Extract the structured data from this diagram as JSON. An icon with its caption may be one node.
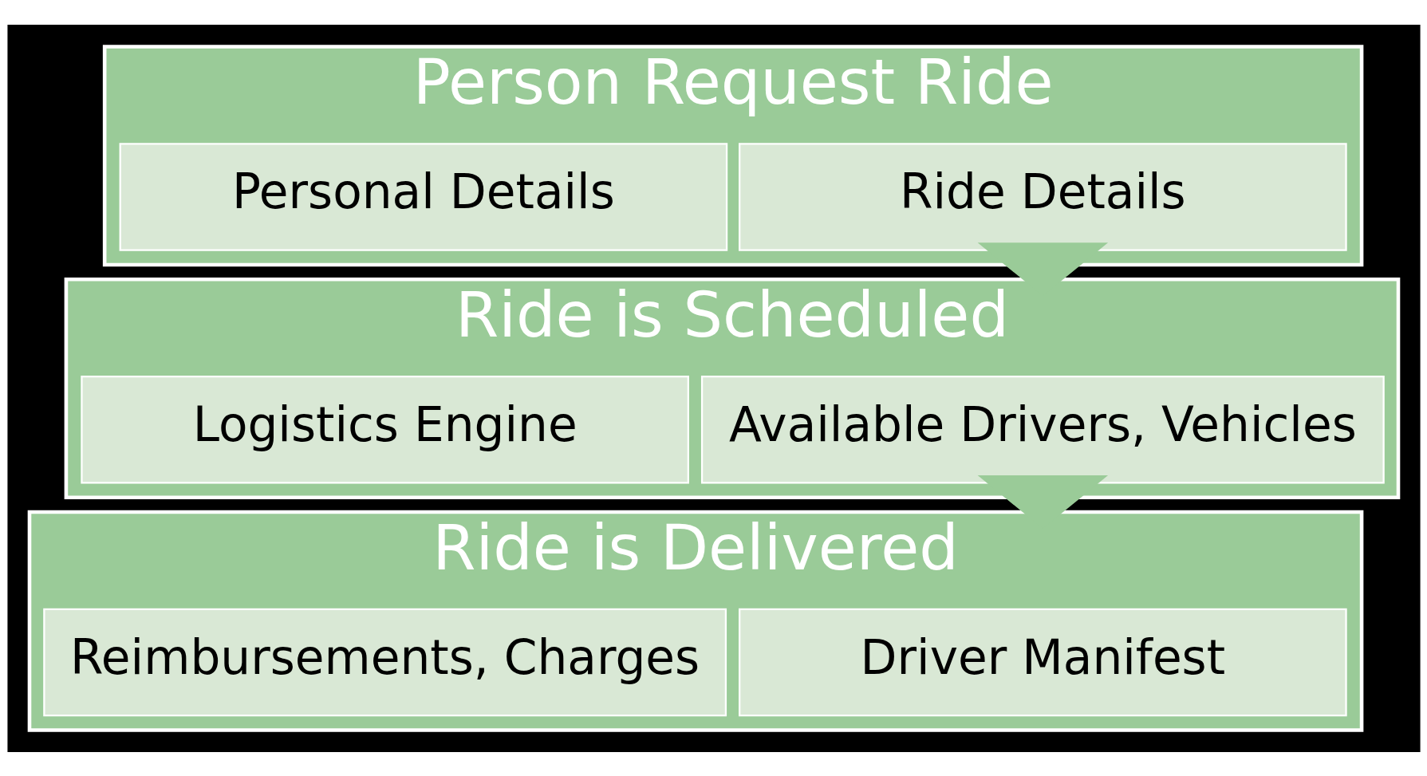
{
  "diagram": {
    "nodes": [
      {
        "text": [
          "Person Request Ride"
        ]
      },
      {
        "text": [
          "Ride Details"
        ],
        "in": 0
      },
      {
        "text": [
          "Personal Details"
        ],
        "in": 0
      },
      {
        "text": [
          "Ride is Scheduled"
        ]
      },
      {
        "text": [
          "Available Drivers, Vehicles"
        ],
        "in": 3
      },
      {
        "text": [
          "Logistics Engine"
        ],
        "in": 3
      },
      {
        "text": [
          "Ride is Delivered"
        ]
      },
      {
        "text": [
          "Driver Manifest"
        ],
        "in": 6
      },
      {
        "text": [
          "Reimbursements, Charges"
        ],
        "in": 6
      }
    ],
    "edges": [
      {
        "from": 0,
        "to": 3,
        "arrow": "to"
      },
      {
        "from": 3,
        "to": 6,
        "arrow": "to"
      }
    ]
  }
}
